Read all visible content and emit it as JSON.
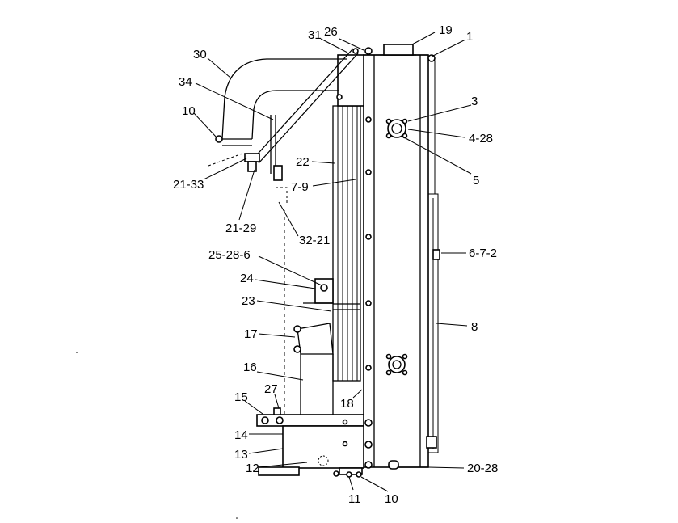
{
  "labels": {
    "l1": "1",
    "l3": "3",
    "l4_28": "4-28",
    "l5": "5",
    "l6_7_2": "6-7-2",
    "l8": "8",
    "l20_28": "20-28",
    "l10b": "10",
    "l11": "11",
    "l12": "12",
    "l13": "13",
    "l14": "14",
    "l15": "15",
    "l27": "27",
    "l16": "16",
    "l17": "17",
    "l18": "18",
    "l23": "23",
    "l24": "24",
    "l25_28_6": "25-28-6",
    "l32_21": "32-21",
    "l21_29": "21-29",
    "l21_33": "21-33",
    "l10a": "10",
    "l34": "34",
    "l30": "30",
    "l31": "31",
    "l26": "26",
    "l19": "19",
    "l22": "22",
    "l7_9": "7-9"
  }
}
